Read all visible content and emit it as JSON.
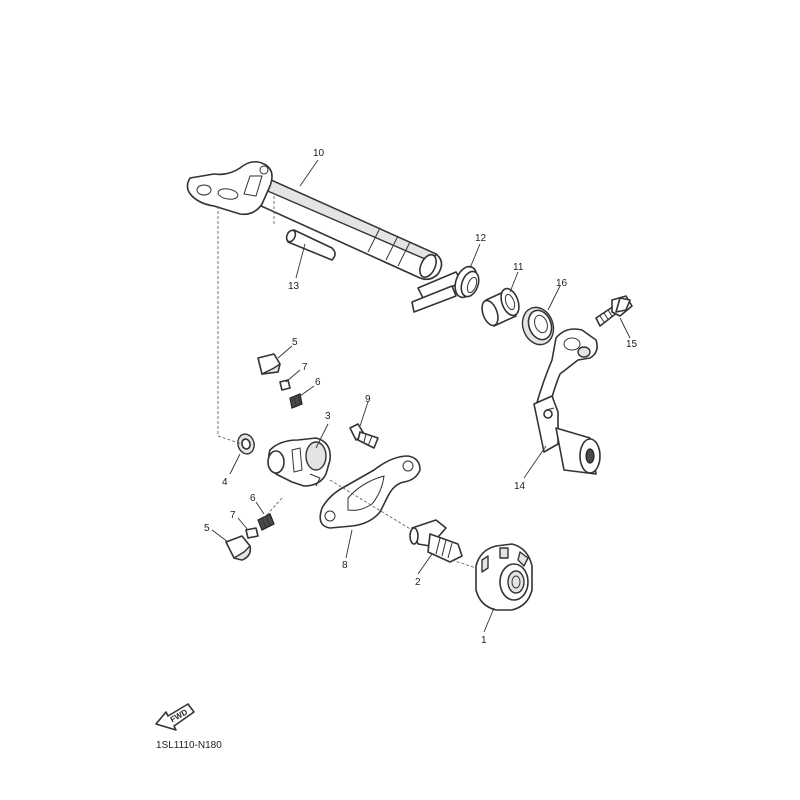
{
  "diagram_code": "1SL1110-N180",
  "fwd_label": "FWD",
  "callouts": {
    "p1": "1",
    "p2": "2",
    "p3": "3",
    "p4": "4",
    "p5a": "5",
    "p5b": "5",
    "p6a": "6",
    "p6b": "6",
    "p7a": "7",
    "p7b": "7",
    "p8": "8",
    "p9": "9",
    "p10": "10",
    "p11": "11",
    "p12": "12",
    "p13": "13",
    "p14": "14",
    "p15": "15",
    "p16": "16"
  },
  "icons": {
    "direction": "fwd-arrow-icon"
  }
}
